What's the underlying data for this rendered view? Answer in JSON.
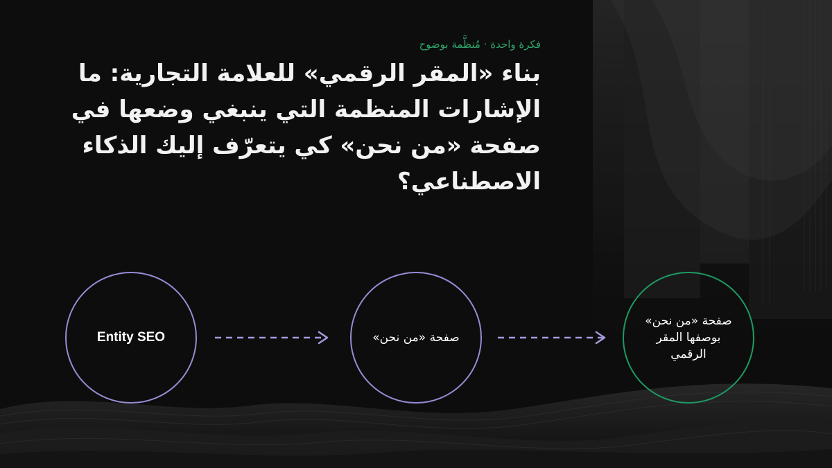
{
  "slide": {
    "eyebrow": "فكرة واحدة · مُنظَّمة بوضوح",
    "title": "بناء «المقر الرقمي» للعلامة التجارية: ما الإشارات المنظمة التي ينبغي وضعها في صفحة «من نحن» كي يتعرّف إليك الذكاء الاصطناعي؟"
  },
  "flow": {
    "nodes": [
      {
        "label": "Entity SEO",
        "color": "#9b8ad4"
      },
      {
        "label": "صفحة «من نحن»",
        "color": "#9b8ad4"
      },
      {
        "label": "صفحة «من نحن» بوصفها المقر الرقمي",
        "color": "#1f9a62"
      }
    ],
    "arrow_color": "#a99ae0"
  },
  "colors": {
    "background": "#0d0d0d",
    "accent_green": "#2fa36b",
    "title_text": "#f2f2f2"
  }
}
